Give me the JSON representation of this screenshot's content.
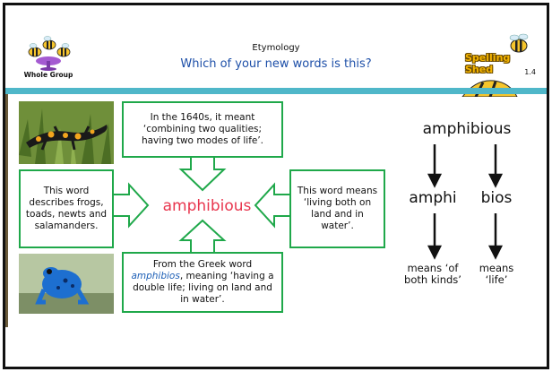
{
  "header": {
    "group_label": "Whole Group",
    "subtitle": "Etymology",
    "title": "Which of your new words is this?",
    "brand": "Spelling Shed",
    "slide_number": "1.4"
  },
  "boxes": {
    "top": "In the 1640s, it meant ‘combining two qualities; having two modes of life’.",
    "left": "This word describes frogs, toads, newts and salamanders.",
    "right": "This word means ‘living both on land and in water’.",
    "bottom_before": "From the Greek word ",
    "bottom_greek": "amphibios",
    "bottom_after": ", meaning ‘having a double life; living on land and in water’."
  },
  "center_word": "amphibious",
  "breakdown": {
    "word": "amphibious",
    "part1": "amphi",
    "part2": "bios",
    "meaning1": "means ‘of both kinds’",
    "meaning2": "means ‘life’"
  },
  "colors": {
    "box_border": "#1fa84a",
    "center_word": "#e8364e",
    "title": "#1d4fa8",
    "greek": "#1d5fb6",
    "bar": "#4fb7c9"
  }
}
